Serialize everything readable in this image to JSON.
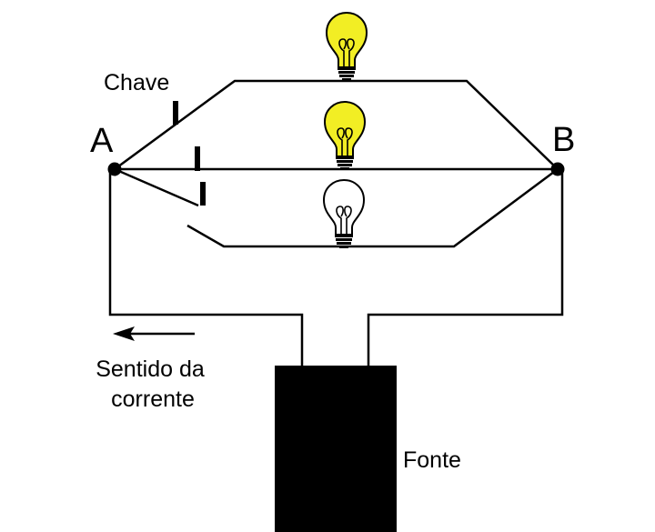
{
  "labels": {
    "chave": "Chave",
    "node_a": "A",
    "node_b": "B",
    "current_line1": "Sentido da",
    "current_line2": "corrente",
    "fonte": "Fonte"
  },
  "lamps": {
    "top": {
      "state": "on",
      "glass_color": "#f2ee24"
    },
    "middle": {
      "state": "on",
      "glass_color": "#f2ee24"
    },
    "bottom": {
      "state": "off",
      "glass_color": "#ffffff"
    }
  },
  "colors": {
    "wire": "#000000",
    "source": "#000000",
    "background": "#ffffff"
  }
}
